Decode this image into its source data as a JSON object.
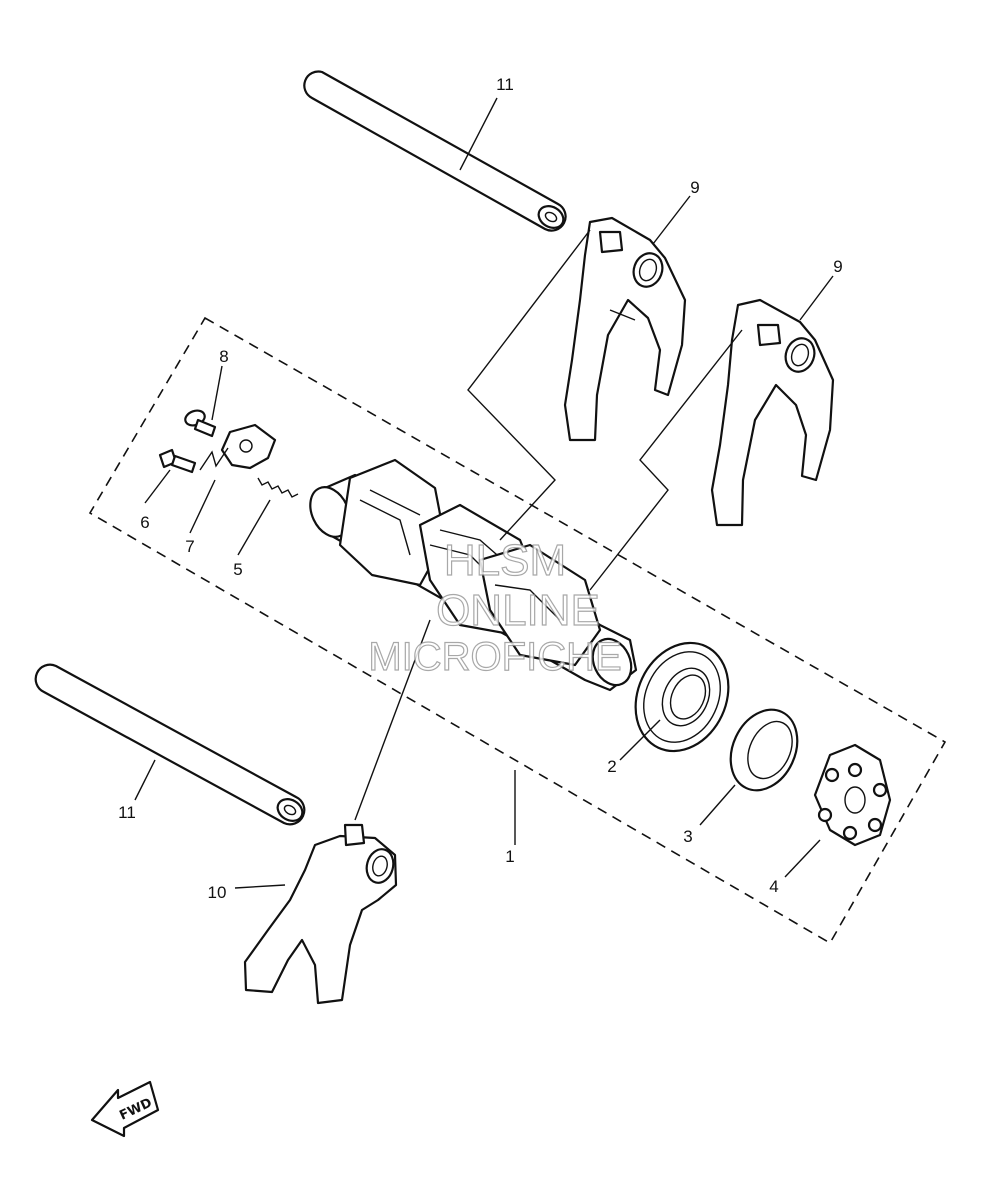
{
  "diagram": {
    "parts": [
      {
        "id": "1"
      },
      {
        "id": "2"
      },
      {
        "id": "3"
      },
      {
        "id": "4"
      },
      {
        "id": "5"
      },
      {
        "id": "6"
      },
      {
        "id": "7"
      },
      {
        "id": "8"
      },
      {
        "id": "9"
      },
      {
        "id": "10"
      },
      {
        "id": "11"
      }
    ],
    "callouts": [
      {
        "ref": "part-1",
        "text": "1"
      },
      {
        "ref": "part-2",
        "text": "2"
      },
      {
        "ref": "part-3",
        "text": "3"
      },
      {
        "ref": "part-4",
        "text": "4"
      },
      {
        "ref": "part-5",
        "text": "5"
      },
      {
        "ref": "part-6",
        "text": "6"
      },
      {
        "ref": "part-7",
        "text": "7"
      },
      {
        "ref": "part-8",
        "text": "8"
      },
      {
        "ref": "part-9a",
        "text": "9"
      },
      {
        "ref": "part-9b",
        "text": "9"
      },
      {
        "ref": "part-10",
        "text": "10"
      },
      {
        "ref": "part-11a",
        "text": "11"
      },
      {
        "ref": "part-11b",
        "text": "11"
      }
    ],
    "direction_marker": "FWD"
  },
  "watermark": {
    "line1": "HLSM",
    "line2": "ONLINE",
    "line3": "MICROFICHE"
  }
}
